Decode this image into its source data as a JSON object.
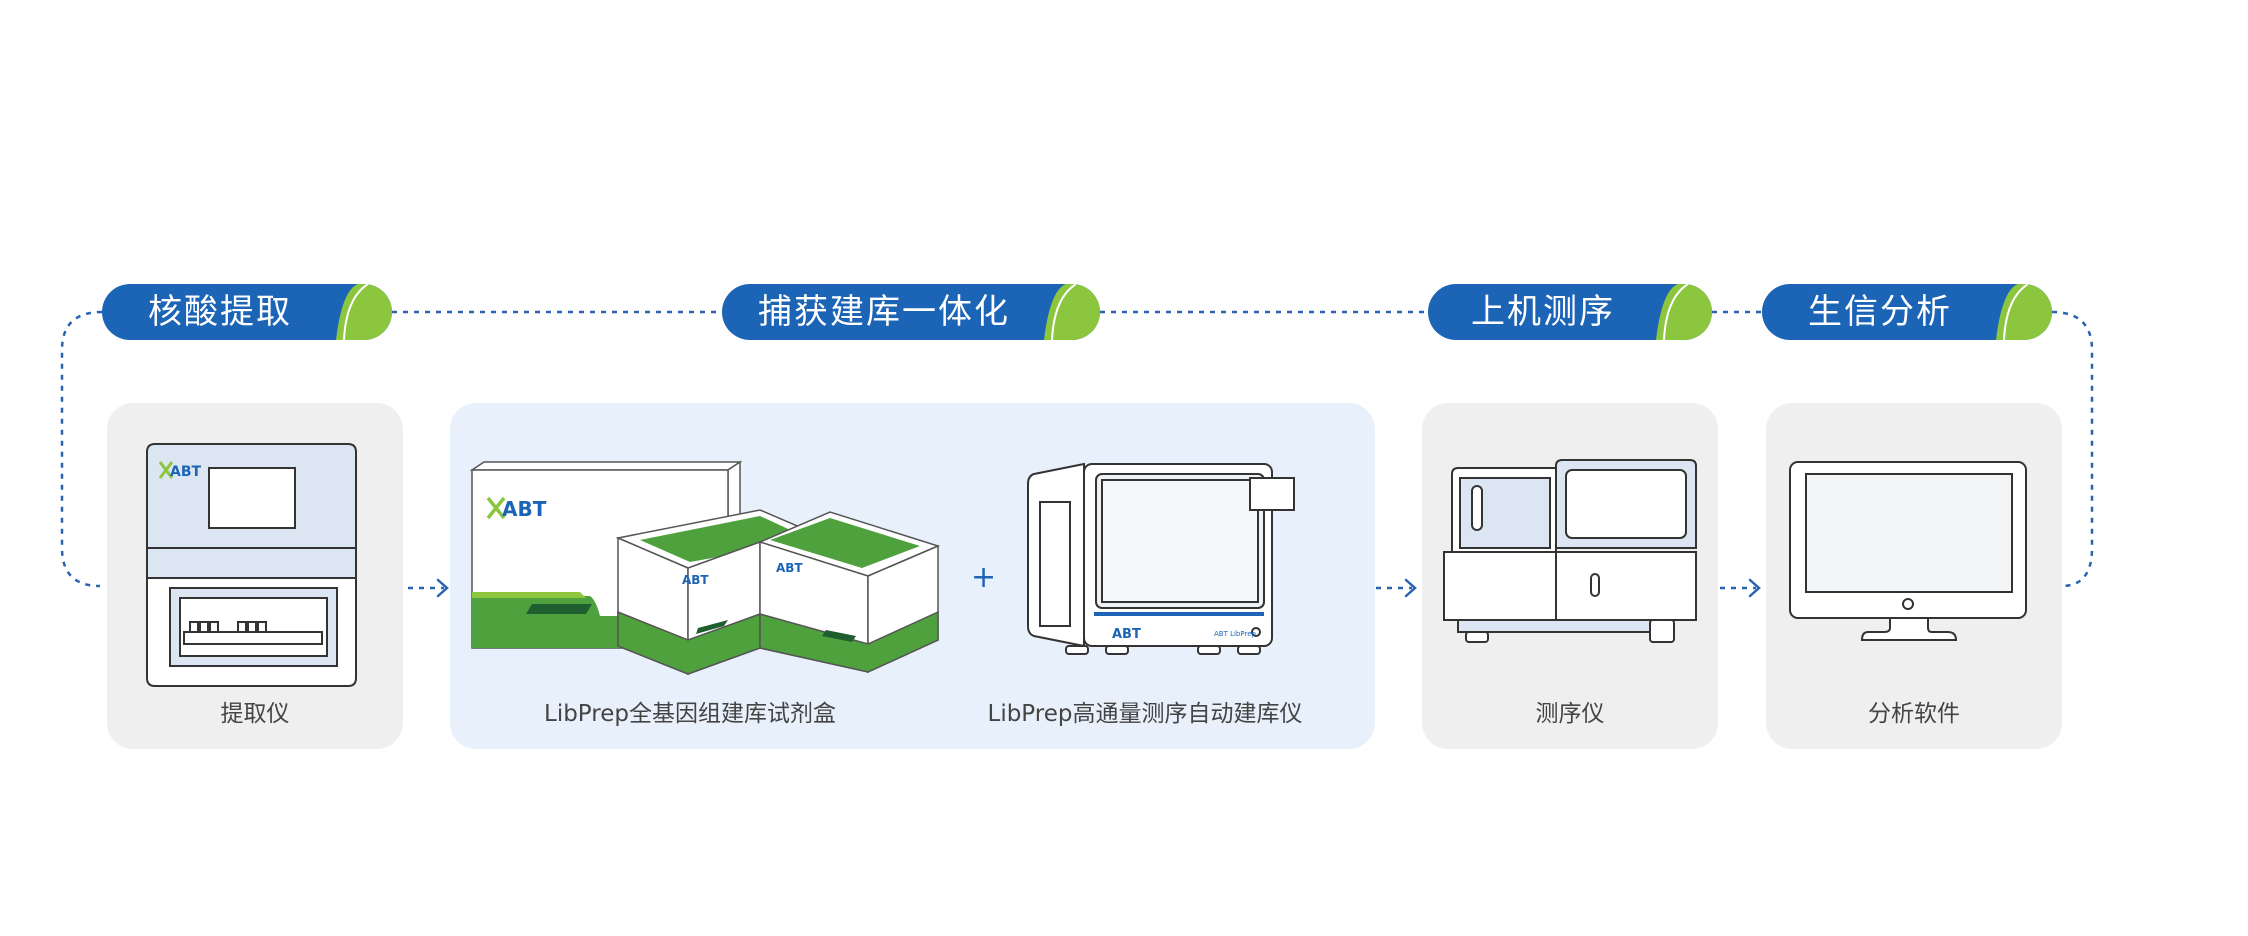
{
  "stages": [
    {
      "label": "核酸提取"
    },
    {
      "label": "捕获建库一体化"
    },
    {
      "label": "上机测序"
    },
    {
      "label": "生信分析"
    }
  ],
  "devices": {
    "extractor": {
      "caption": "提取仪",
      "logo": "ABT"
    },
    "kit": {
      "caption": "LibPrep全基因组建库试剂盒",
      "logo": "ABT"
    },
    "library_instrument": {
      "caption": "LibPrep高通量测序自动建库仪",
      "logo": "ABT",
      "model_text": "ABT LibPrep"
    },
    "sequencer": {
      "caption": "测序仪"
    },
    "software": {
      "caption": "分析软件"
    }
  },
  "plus_sign": "+",
  "colors": {
    "pill_blue": "#1c64b5",
    "leaf_green": "#8cc63e",
    "kit_green": "#4fa13e",
    "connector_blue": "#2a63b0",
    "panel_grey": "#efefef",
    "panel_blue": "#e8f1fb"
  }
}
